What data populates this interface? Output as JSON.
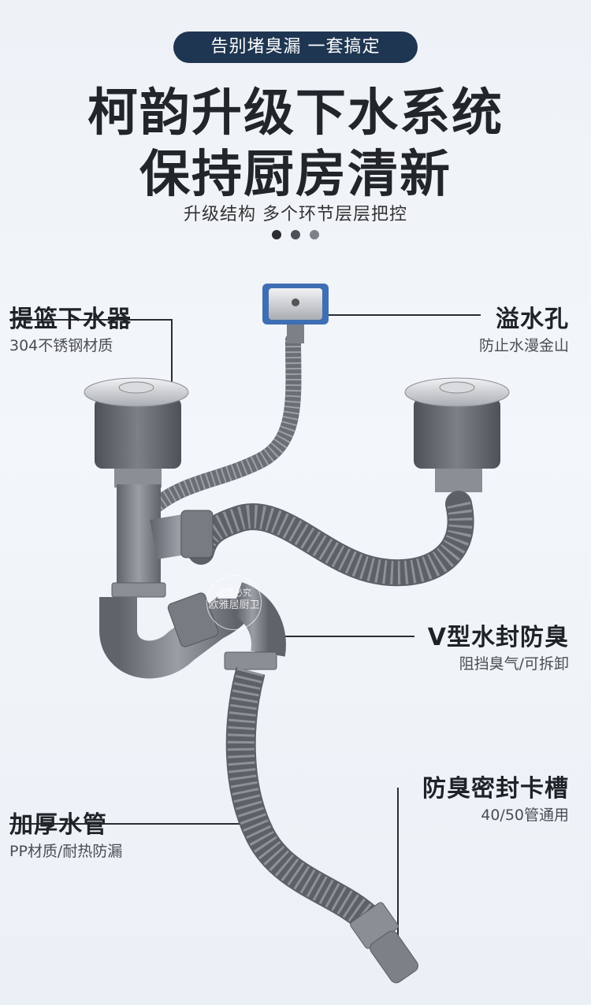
{
  "header": {
    "pill_text": "告别堵臭漏 一套搞定",
    "headline_line1": "柯韵升级下水系统",
    "headline_line2": "保持厨房清新",
    "subtitle": "升级结构 多个环节层层把控",
    "dot_colors": [
      "#2b2d31",
      "#4c5057",
      "#7d8188"
    ]
  },
  "callouts": {
    "basket": {
      "title": "提篮下水器",
      "desc": "304不锈钢材质"
    },
    "overflow": {
      "title": "溢水孔",
      "desc": "防止水漫金山"
    },
    "vtrap": {
      "title": "V型水封防臭",
      "desc": "阻挡臭气/可拆卸"
    },
    "seal": {
      "title": "防臭密封卡槽",
      "desc": "40/50管通用"
    },
    "pipe": {
      "title": "加厚水管",
      "desc": "PP材质/耐热防漏"
    }
  },
  "watermark": {
    "line1": "盗图必究",
    "line2": "欧雅居厨卫"
  },
  "colors": {
    "pill_bg": "#1f3652",
    "pipe_gray": "#7c8087",
    "pipe_dark": "#5b5f66",
    "steel": "#c9ccd1",
    "overflow_blue": "#3e6fb3",
    "leader_line": "#2a2d32"
  }
}
